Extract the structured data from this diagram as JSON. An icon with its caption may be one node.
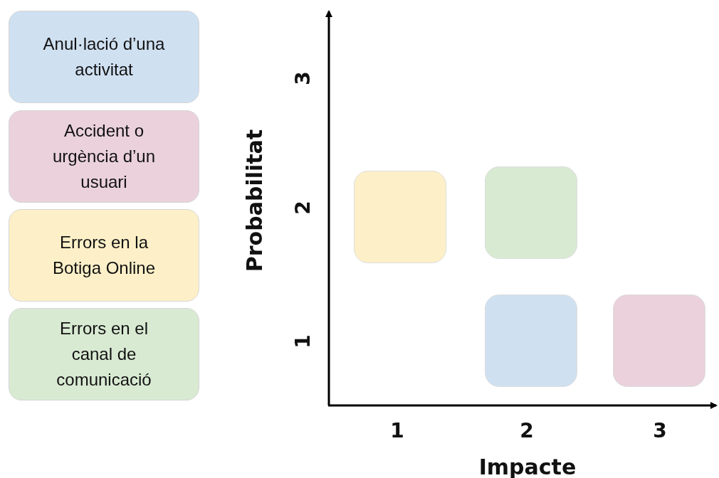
{
  "diagram": {
    "nodes": [
      {
        "text": [],
        "shape": "box"
      },
      {
        "text": [],
        "shape": "box"
      },
      {
        "text": [],
        "shape": "box"
      },
      {
        "text": [],
        "shape": "box"
      }
    ],
    "labels": [
      "3",
      "2",
      "1",
      "Probabilitat",
      "1",
      "2",
      "3",
      "Impacte"
    ],
    "legend": [
      {
        "text": "Anul·lació d’una activitat",
        "color": "#cfe0f1"
      },
      {
        "text": "Accident o urgència d’un usuari",
        "color": "#ead1dc"
      },
      {
        "text": "Errors en la Botiga Online",
        "color": "#fdf0c8"
      },
      {
        "text": "Errors en el canal de comunicació",
        "color": "#d9ead3"
      }
    ]
  }
}
